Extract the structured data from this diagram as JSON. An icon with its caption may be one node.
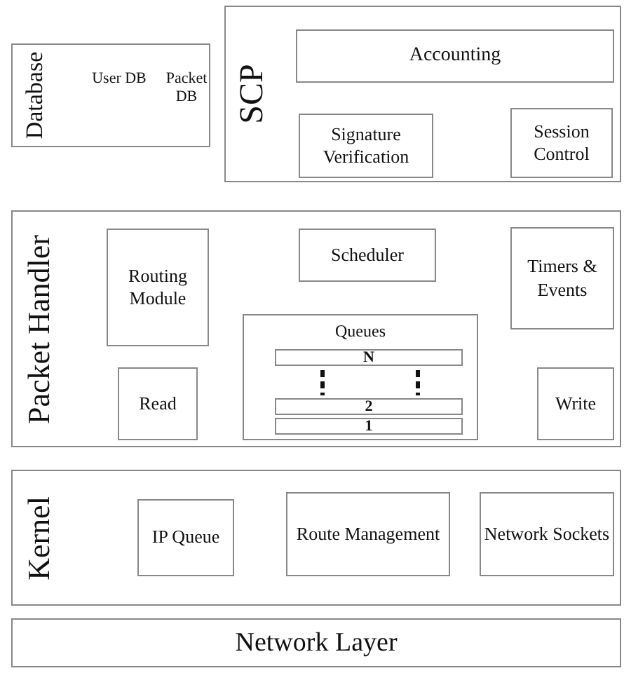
{
  "diagram": {
    "nodes": [
      {
        "text": [
          "Database",
          "User DB",
          "Packet DB"
        ]
      },
      {
        "text": [
          "SCP"
        ]
      },
      {
        "text": [
          "Accounting"
        ],
        "in": 1
      },
      {
        "text": [
          "Signature Verification"
        ],
        "in": 1
      },
      {
        "text": [
          "Session Control"
        ],
        "in": 1
      },
      {
        "text": [
          "Packet Handler"
        ]
      },
      {
        "text": [
          "Routing Module"
        ],
        "in": 5
      },
      {
        "text": [
          "Scheduler"
        ],
        "in": 5
      },
      {
        "text": [
          "Timers & Events"
        ],
        "in": 5
      },
      {
        "text": [
          "Queues"
        ],
        "in": 5
      },
      {
        "text": [
          "N"
        ],
        "in": 9
      },
      {
        "text": [
          "2"
        ],
        "in": 9
      },
      {
        "text": [
          "1"
        ],
        "in": 9
      },
      {
        "text": [
          "Read"
        ],
        "in": 5
      },
      {
        "text": [
          "Write"
        ],
        "in": 5
      },
      {
        "text": [
          "Kernel"
        ]
      },
      {
        "text": [
          "IP Queue"
        ],
        "in": 15
      },
      {
        "text": [
          "Route Management"
        ],
        "in": 15
      },
      {
        "text": [
          "Network Sockets"
        ],
        "in": 15
      },
      {
        "text": [
          "Network Layer"
        ]
      }
    ]
  }
}
